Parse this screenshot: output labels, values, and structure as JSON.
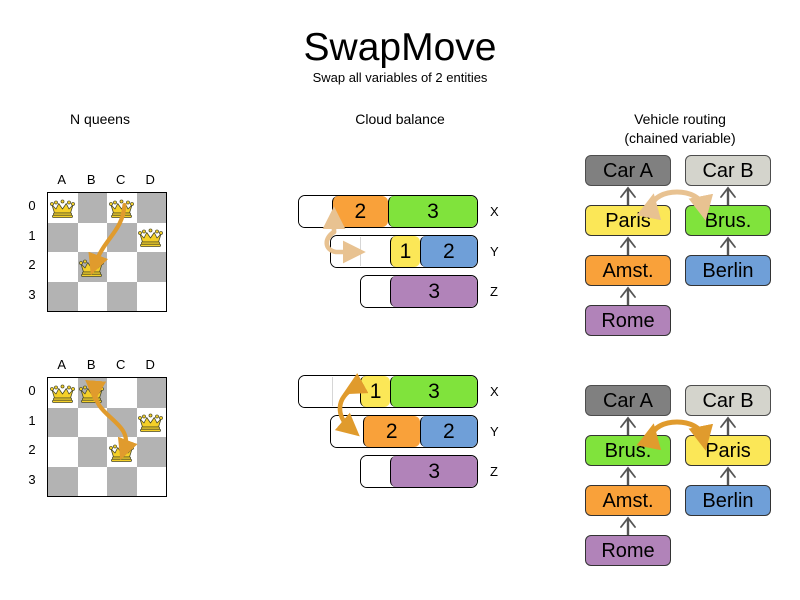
{
  "header": {
    "title": "SwapMove",
    "subtitle": "Swap all variables of 2 entities"
  },
  "columns": {
    "nqueens_title": "N queens",
    "cloud_title": "Cloud balance",
    "vrp_title_line1": "Vehicle routing",
    "vrp_title_line2": "(chained variable)"
  },
  "palette": {
    "orange": "#f9a13a",
    "green": "#80e33c",
    "yellow": "#fbe757",
    "blue": "#6f9fd8",
    "purple": "#b183b9",
    "gray_dark": "#808080",
    "gray_light": "#d4d4cc",
    "board_dark": "#b3b3b3",
    "board_light": "#ffffff",
    "arrow_light": "#e8c291",
    "arrow_dark": "#e09b2d",
    "queen_gold": "#f5d028"
  },
  "nqueens": {
    "column_labels": [
      "A",
      "B",
      "C",
      "D"
    ],
    "row_labels": [
      "0",
      "1",
      "2",
      "3"
    ],
    "before": {
      "queens": [
        {
          "col": 0,
          "row": 0
        },
        {
          "col": 2,
          "row": 0
        },
        {
          "col": 3,
          "row": 1
        },
        {
          "col": 1,
          "row": 2
        }
      ],
      "swap_from": {
        "col": 2,
        "row": 0
      },
      "swap_to": {
        "col": 1,
        "row": 2
      }
    },
    "after": {
      "queens": [
        {
          "col": 0,
          "row": 0
        },
        {
          "col": 1,
          "row": 0
        },
        {
          "col": 3,
          "row": 1
        },
        {
          "col": 2,
          "row": 2
        }
      ],
      "swap_from": {
        "col": 1,
        "row": 0
      },
      "swap_to": {
        "col": 2,
        "row": 2
      }
    }
  },
  "cloud_balance": {
    "row_labels": [
      "X",
      "Y",
      "Z"
    ],
    "before": {
      "rows": [
        {
          "label": "X",
          "segments": [
            {
              "value": "",
              "color": "empty",
              "width": 33
            },
            {
              "value": "2",
              "color": "orange",
              "width": 57
            },
            {
              "value": "3",
              "color": "green",
              "width": 90
            }
          ]
        },
        {
          "label": "Y",
          "segments": [
            {
              "value": "",
              "color": "empty",
              "width": 60
            },
            {
              "value": "1",
              "color": "yellow",
              "width": 30
            },
            {
              "value": "2",
              "color": "blue",
              "width": 58
            }
          ]
        },
        {
          "label": "Z",
          "segments": [
            {
              "value": "",
              "color": "empty",
              "width": 30
            },
            {
              "value": "3",
              "color": "purple",
              "width": 88
            }
          ]
        }
      ]
    },
    "after": {
      "rows": [
        {
          "label": "X",
          "segments": [
            {
              "value": "",
              "color": "empty",
              "width": 62
            },
            {
              "value": "1",
              "color": "yellow",
              "width": 30
            },
            {
              "value": "3",
              "color": "green",
              "width": 88
            }
          ]
        },
        {
          "label": "Y",
          "segments": [
            {
              "value": "",
              "color": "empty",
              "width": 32
            },
            {
              "value": "2",
              "color": "orange",
              "width": 58
            },
            {
              "value": "2",
              "color": "blue",
              "width": 58
            }
          ]
        },
        {
          "label": "Z",
          "segments": [
            {
              "value": "",
              "color": "empty",
              "width": 30
            },
            {
              "value": "3",
              "color": "purple",
              "width": 88
            }
          ]
        }
      ]
    }
  },
  "vehicle_routing": {
    "before": {
      "left_chain": [
        {
          "label": "Car A",
          "color": "gray_dark"
        },
        {
          "label": "Paris",
          "color": "yellow"
        },
        {
          "label": "Amst.",
          "color": "orange"
        },
        {
          "label": "Rome",
          "color": "purple"
        }
      ],
      "right_chain": [
        {
          "label": "Car B",
          "color": "gray_light"
        },
        {
          "label": "Brus.",
          "color": "green"
        },
        {
          "label": "Berlin",
          "color": "blue"
        }
      ]
    },
    "after": {
      "left_chain": [
        {
          "label": "Car A",
          "color": "gray_dark"
        },
        {
          "label": "Brus.",
          "color": "green"
        },
        {
          "label": "Amst.",
          "color": "orange"
        },
        {
          "label": "Rome",
          "color": "purple"
        }
      ],
      "right_chain": [
        {
          "label": "Car B",
          "color": "gray_light"
        },
        {
          "label": "Paris",
          "color": "yellow"
        },
        {
          "label": "Berlin",
          "color": "blue"
        }
      ]
    }
  }
}
